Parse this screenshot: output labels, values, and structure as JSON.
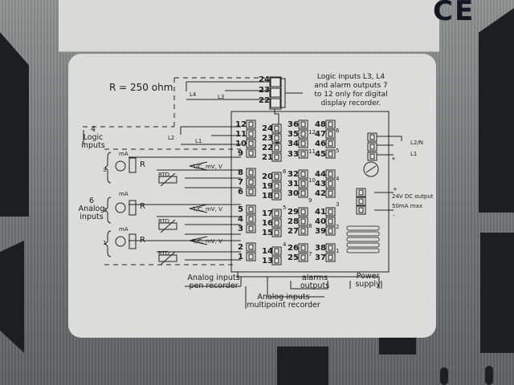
{
  "top_label": {
    "mark": "CE"
  },
  "diagram": {
    "resistor_note": "R = 250 ohm",
    "digital_note": [
      "Logic inputs L3, L4",
      "and alarm outputs 7",
      "to 12 only for digital",
      "display recorder."
    ],
    "logic_inputs_label": [
      "4",
      "Logic",
      "inputs"
    ],
    "analog_inputs_label": [
      "6",
      "Analog",
      "inputs"
    ],
    "logic_switches": [
      "L4",
      "L3",
      "L2",
      "L1"
    ],
    "channel_marks": [
      "3",
      "2",
      "1"
    ],
    "sensor_labels": {
      "ma": "mA",
      "r": "R",
      "rtd": "RTD",
      "tc": "T/C, mV, V"
    },
    "top_terminals": [
      "24",
      "23",
      "22"
    ],
    "col1_terminals": [
      "12",
      "11",
      "10",
      "9",
      "8",
      "7",
      "6",
      "5",
      "4",
      "3",
      "2",
      "1"
    ],
    "col2_terminals": [
      "24",
      "23",
      "22",
      "21",
      "20",
      "19",
      "18",
      "17",
      "16",
      "15",
      "14",
      "13"
    ],
    "col3_terminals": [
      "36",
      "35",
      "34",
      "33",
      "32",
      "31",
      "30",
      "29",
      "28",
      "27",
      "26",
      "25"
    ],
    "col4_terminals": [
      "48",
      "47",
      "46",
      "45",
      "44",
      "43",
      "42",
      "41",
      "40",
      "39",
      "38",
      "37"
    ],
    "col2_groups": [
      "6",
      "5",
      "4"
    ],
    "col3_groups": [
      "12",
      "11",
      "10",
      "9",
      "8",
      "7"
    ],
    "col4_groups": [
      "6",
      "5",
      "4",
      "3",
      "2",
      "1"
    ],
    "power": {
      "l2n": "L2/N",
      "l1": "L1",
      "plus": "+",
      "minus": "-"
    },
    "dc_output": {
      "line1": "24V DC output",
      "line2": "50mA max",
      "plus": "+",
      "minus": "-"
    },
    "bottom_labels": {
      "pen": [
        "Analog inputs",
        "pen recorder"
      ],
      "multipoint": [
        "Analog inputs",
        "multipoint recorder"
      ],
      "alarms": [
        "alarms",
        "outputs"
      ],
      "power": [
        "Power",
        "supply"
      ]
    }
  }
}
